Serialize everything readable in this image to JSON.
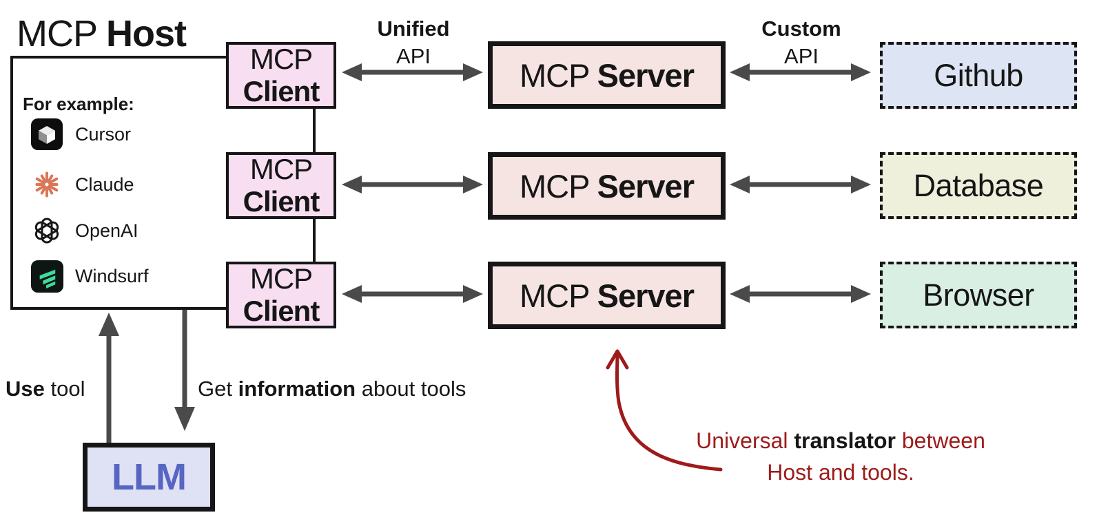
{
  "title": {
    "prefix": "MCP ",
    "bold": "Host"
  },
  "host_panel": {
    "heading": "For example:",
    "apps": [
      {
        "label": "Cursor",
        "icon": "cursor-icon"
      },
      {
        "label": "Claude",
        "icon": "claude-icon"
      },
      {
        "label": "OpenAI",
        "icon": "openai-icon"
      },
      {
        "label": "Windsurf",
        "icon": "windsurf-icon"
      }
    ]
  },
  "client_boxes": [
    {
      "line1": "MCP",
      "line2": "Client"
    },
    {
      "line1": "MCP",
      "line2": "Client"
    },
    {
      "line1": "MCP",
      "line2": "Client"
    }
  ],
  "server_boxes": [
    {
      "prefix": "MCP ",
      "bold": "Server"
    },
    {
      "prefix": "MCP ",
      "bold": "Server"
    },
    {
      "prefix": "MCP ",
      "bold": "Server"
    }
  ],
  "service_boxes": [
    {
      "label": "Github",
      "fill": "#dde4f4"
    },
    {
      "label": "Database",
      "fill": "#eef0dc"
    },
    {
      "label": "Browser",
      "fill": "#d9efe4"
    }
  ],
  "api_labels": {
    "unified_line1": "Unified",
    "unified_line2": "API",
    "custom_line1": "Custom",
    "custom_line2": "API"
  },
  "flow_labels": {
    "use_bold": "Use",
    "use_rest": " tool",
    "get_prefix": "Get ",
    "get_bold": "information",
    "get_rest": " about tools"
  },
  "llm": {
    "label": "LLM",
    "text_color": "#5766c3"
  },
  "annotation": {
    "lead": "Universal ",
    "bold": "translator",
    "tail": " between",
    "line2": "Host and tools.",
    "color": "#9e1b1b"
  },
  "colors": {
    "client_fill": "#f7def1",
    "server_fill": "#f5e4e1",
    "llm_fill": "#dfe1f4",
    "arrow_gray": "#4a4a4a",
    "border_black": "#161616",
    "annotation_red": "#9e1b1b",
    "claude_coral": "#d97757",
    "windsurf_teal": "#3eda9f"
  }
}
